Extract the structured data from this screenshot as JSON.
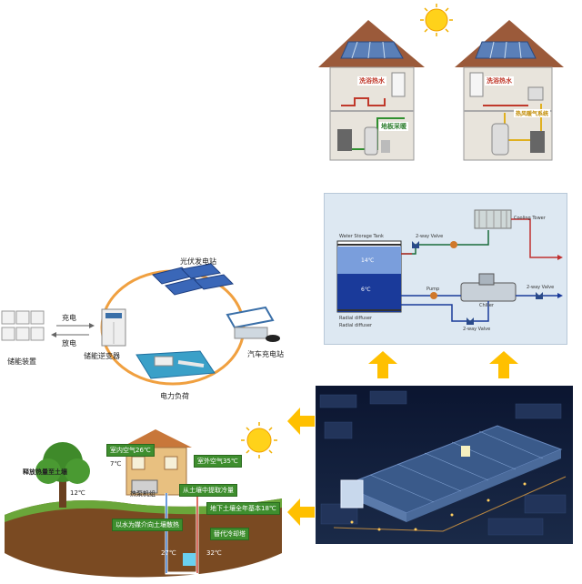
{
  "colors": {
    "arrow": "#ffc000",
    "loop_ring": "#f0a040",
    "ground_box": "#3e8e2e",
    "cold_tank": "#1a3a9a",
    "hot_label": "#c0392b"
  },
  "houses": {
    "left_tags": [
      "洗浴热水",
      "地板采暖"
    ],
    "right_tags": [
      "洗浴热水",
      "热风暖气系统"
    ]
  },
  "microgrid": {
    "pv_station": "光伏发电站",
    "charge": "充电",
    "discharge": "放电",
    "storage_device": "储能装置",
    "inverter": "储能逆变器",
    "ev_station": "汽车充电站",
    "load": "电力负荷"
  },
  "cooling": {
    "tank_label": "Water Storage Tank",
    "temp_top": "14℃",
    "temp_bottom": "6℃",
    "tower_label": "Cooling Tower",
    "valve_label": "2-way Valve",
    "pump_label": "Pump",
    "chiller_label": "Chiller",
    "diffuser_top": "Radial diffuser",
    "diffuser_bottom": "Radial diffuser"
  },
  "ground_source": {
    "indoor_air": "室内空气26℃",
    "outdoor_air": "室外空气35℃",
    "transfer": "释放热量至土壤",
    "temp_room": "7℃",
    "temp_side": "12℃",
    "heat_pump": "热泵机组",
    "from_soil": "从土壤中提取冷量",
    "soil_const": "地下土壤全年基本18℃",
    "water_medium": "以水为媒介向土壤散热",
    "replace": "替代冷却塔",
    "temp_in": "27℃",
    "temp_out": "32℃"
  }
}
